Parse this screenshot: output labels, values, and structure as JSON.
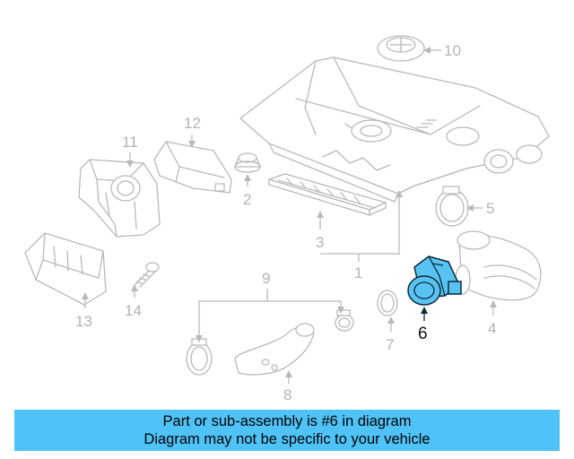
{
  "diagram": {
    "highlight_color": "#58c3f2",
    "line_color": "#b9b9b9",
    "highlighted_part": "6",
    "callouts": {
      "c1": "1",
      "c2": "2",
      "c3": "3",
      "c4": "4",
      "c5": "5",
      "c6": "6",
      "c7": "7",
      "c8": "8",
      "c9": "9",
      "c10": "10",
      "c11": "11",
      "c12": "12",
      "c13": "13",
      "c14": "14"
    }
  },
  "banner": {
    "line1": "Part or sub-assembly is #6 in diagram",
    "line2": "Diagram may not be specific to your vehicle",
    "background": "#4fc3f7"
  }
}
